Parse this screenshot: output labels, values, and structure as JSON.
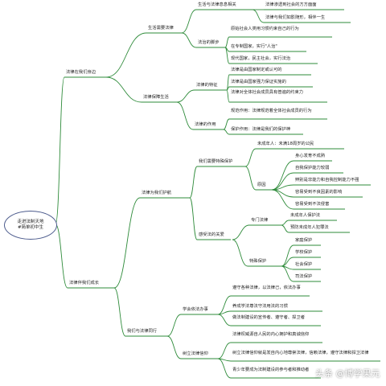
{
  "colors": {
    "line": "#2e8b3a",
    "border": "#4b5a8c",
    "text": "#222222"
  },
  "center": {
    "line1": "走进法制天地",
    "line2": "#简单初中生"
  },
  "main": [
    {
      "label": "法律在我们身边"
    },
    {
      "label": "法律伴我们成长"
    }
  ],
  "level2": [
    {
      "label": "生活需要法律"
    },
    {
      "label": "法律保障生活"
    },
    {
      "label": "法律为我们护航"
    },
    {
      "label": "我们与法律同行"
    }
  ],
  "level3": [
    {
      "label": "生活与法律息息相关"
    },
    {
      "label": "法治的脚步"
    },
    {
      "label": "法律的特征"
    },
    {
      "label": "法律的作用"
    },
    {
      "label": "我们需要特殊保护"
    },
    {
      "label": "感受法的关爱"
    },
    {
      "label": "学会依法办事"
    },
    {
      "label": "树立法律信仰"
    }
  ],
  "level4": [
    {
      "label": "未成年人：未满18周岁的公民"
    },
    {
      "label": "原因"
    },
    {
      "label": "专门法律"
    },
    {
      "label": "特殊保护"
    }
  ],
  "leaves": [
    {
      "text": "法律渗透到社会的方方面面"
    },
    {
      "text": "法律与我们如影随形，相伴一生"
    },
    {
      "text": "原始社会人类用习惯约束自己的行为"
    },
    {
      "text": "在专制国家，实行\"人治\""
    },
    {
      "text": "现代国家，民主社会，实行法治"
    },
    {
      "text": "法律是由国家制定或认可的"
    },
    {
      "text": "法律是由国家强力保证实施的"
    },
    {
      "text": "法律对全体社会成员具有普遍的约束力"
    },
    {
      "text": "规范作用：法律规范着全体社会成员的行为"
    },
    {
      "text": "保护作用：法律是我们的保护神"
    },
    {
      "text": "身心发育不成熟"
    },
    {
      "text": "自我保护能力较弱"
    },
    {
      "text": "辨别是非能力和自我控制能力不强"
    },
    {
      "text": "容易受到不良因素的影响"
    },
    {
      "text": "容易受到不法侵害"
    },
    {
      "text": "未成年人保护法"
    },
    {
      "text": "预防未成年人犯罪法"
    },
    {
      "text": "家庭保护"
    },
    {
      "text": "学校保护"
    },
    {
      "text": "社会保护"
    },
    {
      "text": "司法保护"
    },
    {
      "text": "遵守各种法律，以法律己，依法办事"
    },
    {
      "text": "养成学法尊法守法用法的习惯"
    },
    {
      "text": "做法制建设的宣传者、遵守者、捍卫者"
    },
    {
      "text": "法律权威源自人民的内心拥护和真诚信仰"
    },
    {
      "text": "树立法律信仰就是发自内心地尊崇法律，信赖法律，遵守法律和捍卫法律"
    },
    {
      "text": "青少年要成为法制建设的参与者和推动者"
    }
  ],
  "watermark": "头条 @博学果元"
}
